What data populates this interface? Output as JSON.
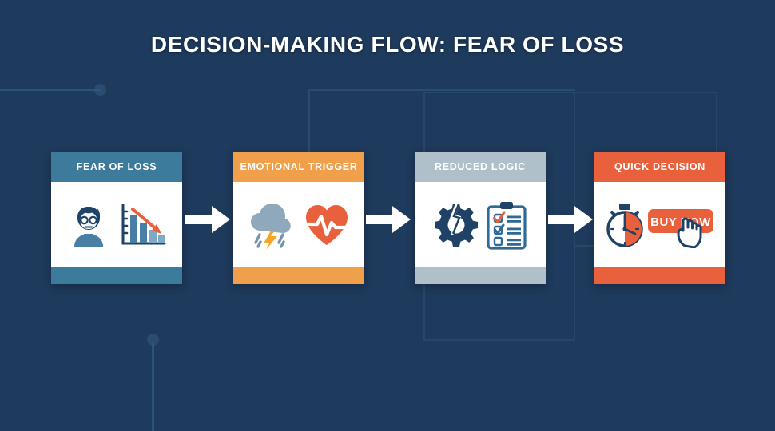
{
  "page": {
    "title": "DECISION-MAKING FLOW: FEAR OF LOSS",
    "background_color": "#1e3a5c"
  },
  "colors": {
    "background": "#1e3a5c",
    "card1_accent": "#3d7b9c",
    "card2_accent": "#f0a04b",
    "card3_accent": "#afc0cb",
    "card4_accent": "#e8603c",
    "arrow": "#ffffff",
    "icon_dark_blue": "#1f4266",
    "icon_steel_blue": "#4a7fa5",
    "icon_orange": "#e8603c",
    "decoration_line": "#2c537a"
  },
  "flow": {
    "steps": [
      {
        "id": "fear-of-loss",
        "label": "FEAR OF LOSS",
        "accent": "#3d7b9c",
        "header_text_color": "#ffffff",
        "icons": [
          "worried-person-icon",
          "declining-bar-chart-icon"
        ]
      },
      {
        "id": "emotional-trigger",
        "label": "EMOTIONAL TRIGGER",
        "accent": "#f0a04b",
        "header_text_color": "#ffffff",
        "icons": [
          "storm-cloud-lightning-icon",
          "heartbeat-pulse-icon"
        ]
      },
      {
        "id": "reduced-logic",
        "label": "REDUCED LOGIC",
        "accent": "#afc0cb",
        "header_text_color": "#ffffff",
        "icons": [
          "broken-gear-icon",
          "clipboard-checklist-icon"
        ]
      },
      {
        "id": "quick-decision",
        "label": "QUICK DECISION",
        "accent": "#e8603c",
        "header_text_color": "#ffffff",
        "icons": [
          "stopwatch-icon",
          "buy-now-button-icon",
          "pointing-hand-cursor-icon"
        ]
      }
    ],
    "connectors": [
      {
        "id": "arrow-1",
        "from": "fear-of-loss",
        "to": "emotional-trigger"
      },
      {
        "id": "arrow-2",
        "from": "emotional-trigger",
        "to": "reduced-logic"
      },
      {
        "id": "arrow-3",
        "from": "reduced-logic",
        "to": "quick-decision"
      }
    ]
  },
  "card4": {
    "cta_label": "BUY NOW"
  }
}
